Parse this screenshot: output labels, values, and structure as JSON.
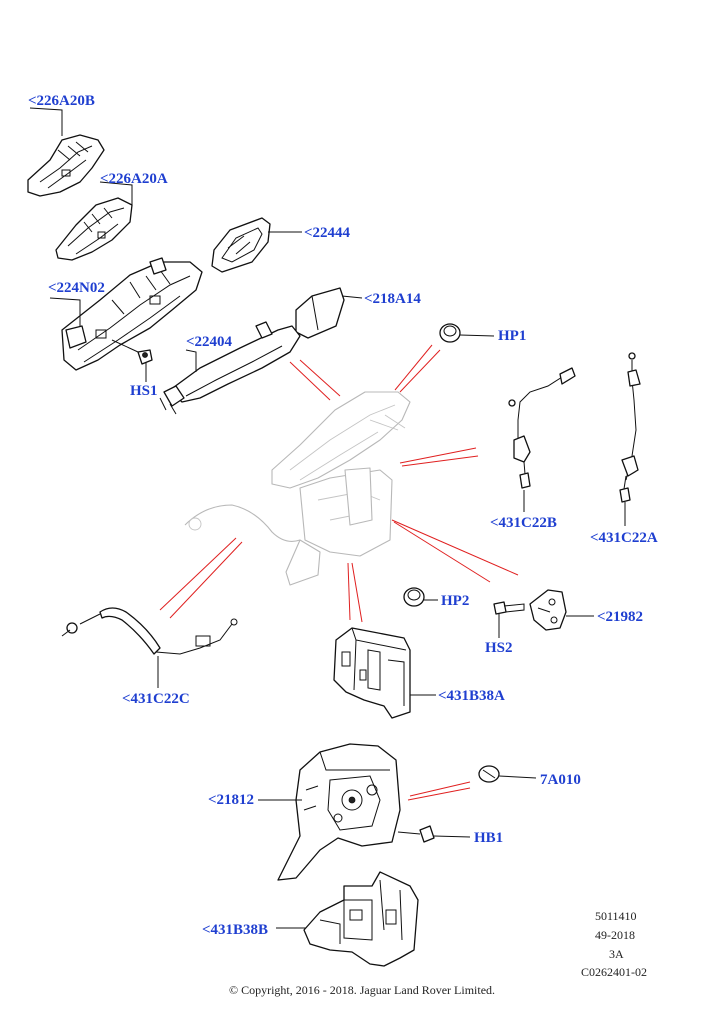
{
  "labels": {
    "l_226A20B": "<226A20B",
    "l_226A20A": "<226A20A",
    "l_22444": "<22444",
    "l_224N02": "<224N02",
    "l_218A14": "<218A14",
    "l_22404": "<22404",
    "l_HP1": "HP1",
    "l_HS1": "HS1",
    "l_431C22B": "<431C22B",
    "l_431C22A": "<431C22A",
    "l_HP2": "HP2",
    "l_21982": "<21982",
    "l_HS2": "HS2",
    "l_431C22C": "<431C22C",
    "l_431B38A": "<431B38A",
    "l_7A010": "7A010",
    "l_21812": "<21812",
    "l_HB1": "HB1",
    "l_431B38B": "<431B38B"
  },
  "meta": {
    "line1": "5011410",
    "line2": "49-2018",
    "line3": "3A",
    "line4": "C0262401-02"
  },
  "copyright": "© Copyright, 2016 - 2018. Jaguar Land Rover Limited.",
  "colors": {
    "label": "#1f3fd0",
    "callout": "#e02020",
    "ghost": "#b8b8b8"
  }
}
